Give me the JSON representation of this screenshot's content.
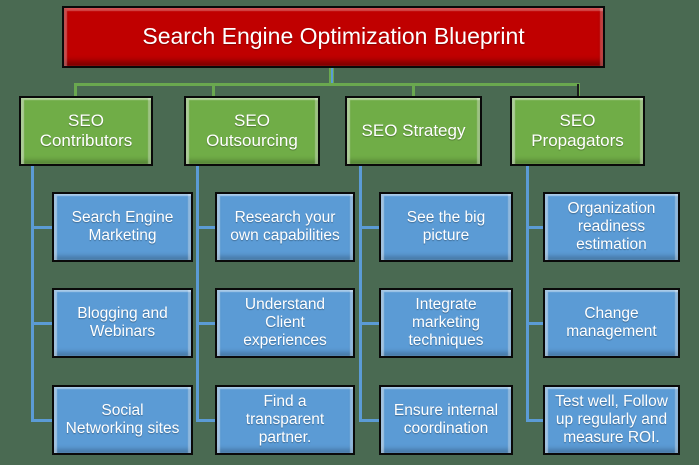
{
  "canvas": {
    "background": "#4a6a52"
  },
  "title": {
    "label": "Search Engine Optimization Blueprint",
    "fill": "#c00000"
  },
  "colors": {
    "category_fill": "#70ad47",
    "item_fill": "#5b9bd5",
    "connector_green": "#6aa84f",
    "connector_blue": "#5b9bd5",
    "text": "#ffffff",
    "box_border": "#0a0a0a"
  },
  "columns": [
    {
      "header": "SEO\nContributors",
      "items": [
        "Search Engine\nMarketing",
        "Blogging and\nWebinars",
        "Social\nNetworking sites"
      ]
    },
    {
      "header": "SEO Outsourcing",
      "items": [
        "Research your\nown capabilities",
        "Understand\nClient\nexperiences",
        "Find a\ntransparent\npartner."
      ]
    },
    {
      "header": "SEO Strategy",
      "items": [
        "See the big\npicture",
        "Integrate\nmarketing\ntechniques",
        "Ensure internal\ncoordination"
      ]
    },
    {
      "header": "SEO Propagators",
      "items": [
        "Organization\nreadiness\nestimation",
        "Change\nmanagement",
        "Test well, Follow\nup regularly and\nmeasure ROI."
      ]
    }
  ]
}
